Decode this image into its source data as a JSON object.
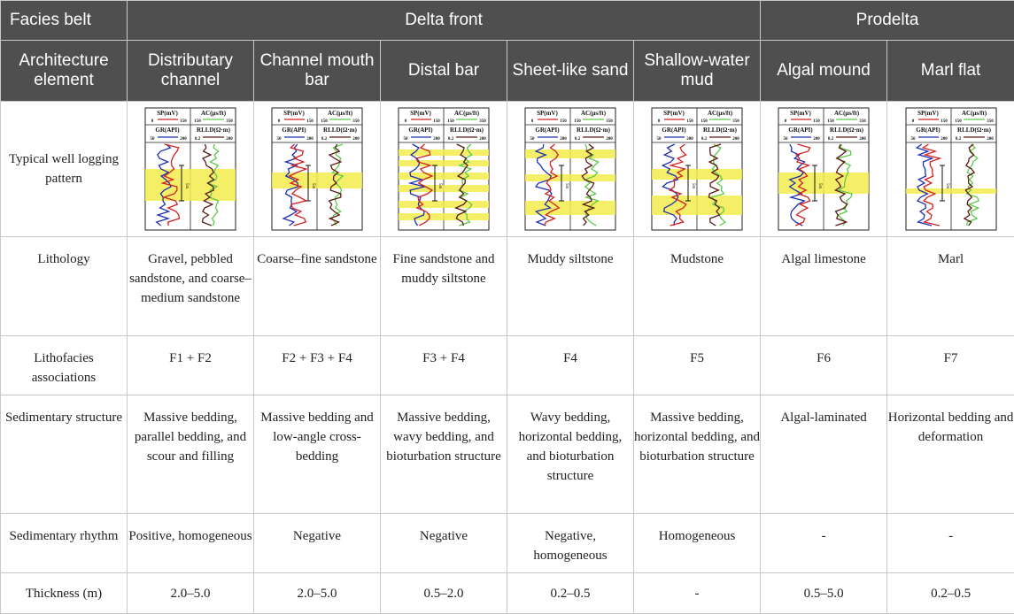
{
  "header": {
    "facies_belt_label": "Facies belt",
    "delta_front": "Delta front",
    "prodelta": "Prodelta",
    "architecture_label": "Architecture element",
    "elements": [
      "Distributary channel",
      "Channel mouth bar",
      "Distal bar",
      "Sheet-like sand",
      "Shallow-water mud",
      "Algal mound",
      "Marl flat"
    ]
  },
  "log_panel": {
    "sp": "SP(mV)",
    "sp_range": [
      "0",
      "150"
    ],
    "ac": "AC(μs/ft)",
    "ac_range": [
      "150",
      "350"
    ],
    "gr": "GR(API)",
    "gr_range": [
      "50",
      "200"
    ],
    "rlld": "RLLD(Ω·m)",
    "rlld_range": [
      "0.2",
      "200"
    ],
    "scale": "5m"
  },
  "rows": {
    "well_logging_label": "Typical well logging pattern",
    "lithology_label": "Lithology",
    "lithofacies_label": "Lithofacies associations",
    "structure_label": "Sedimentary structure",
    "rhythm_label": "Sedimentary rhythm",
    "thickness_label": "Thickness (m)"
  },
  "lithology": [
    "Gravel, pebbled sandstone, and coarse–medium sandstone",
    "Coarse–fine sandstone",
    "Fine sandstone and muddy siltstone",
    "Muddy siltstone",
    "Mudstone",
    "Algal limestone",
    "Marl"
  ],
  "lithofacies": [
    "F1 + F2",
    "F2 + F3 + F4",
    "F3 + F4",
    "F4",
    "F5",
    "F6",
    "F7"
  ],
  "structure": [
    "Massive bedding, parallel bedding, and scour and filling",
    "Massive bedding and low-angle cross-bedding",
    "Massive bedding, wavy bedding, and bioturbation structure",
    "Wavy bedding, horizontal bedding, and bioturbation structure",
    "Massive bedding, horizontal bedding, and bioturbation structure",
    "Algal-laminated",
    "Horizontal bedding and deformation"
  ],
  "rhythm": [
    "Positive, homogeneous",
    "Negative",
    "Negative",
    "Negative, homogeneous",
    "Homogeneous",
    "-",
    "-"
  ],
  "thickness": [
    "2.0–5.0",
    "2.0–5.0",
    "0.5–2.0",
    "0.2–0.5",
    "-",
    "0.5–5.0",
    "0.2–0.5"
  ],
  "colors": {
    "header_bg": "#4f4f4f",
    "highlight": "#f3ec4d",
    "sp": "#d42020",
    "gr": "#1f2fb0",
    "ac": "#5fc94a",
    "rlld": "#5a1a14"
  }
}
